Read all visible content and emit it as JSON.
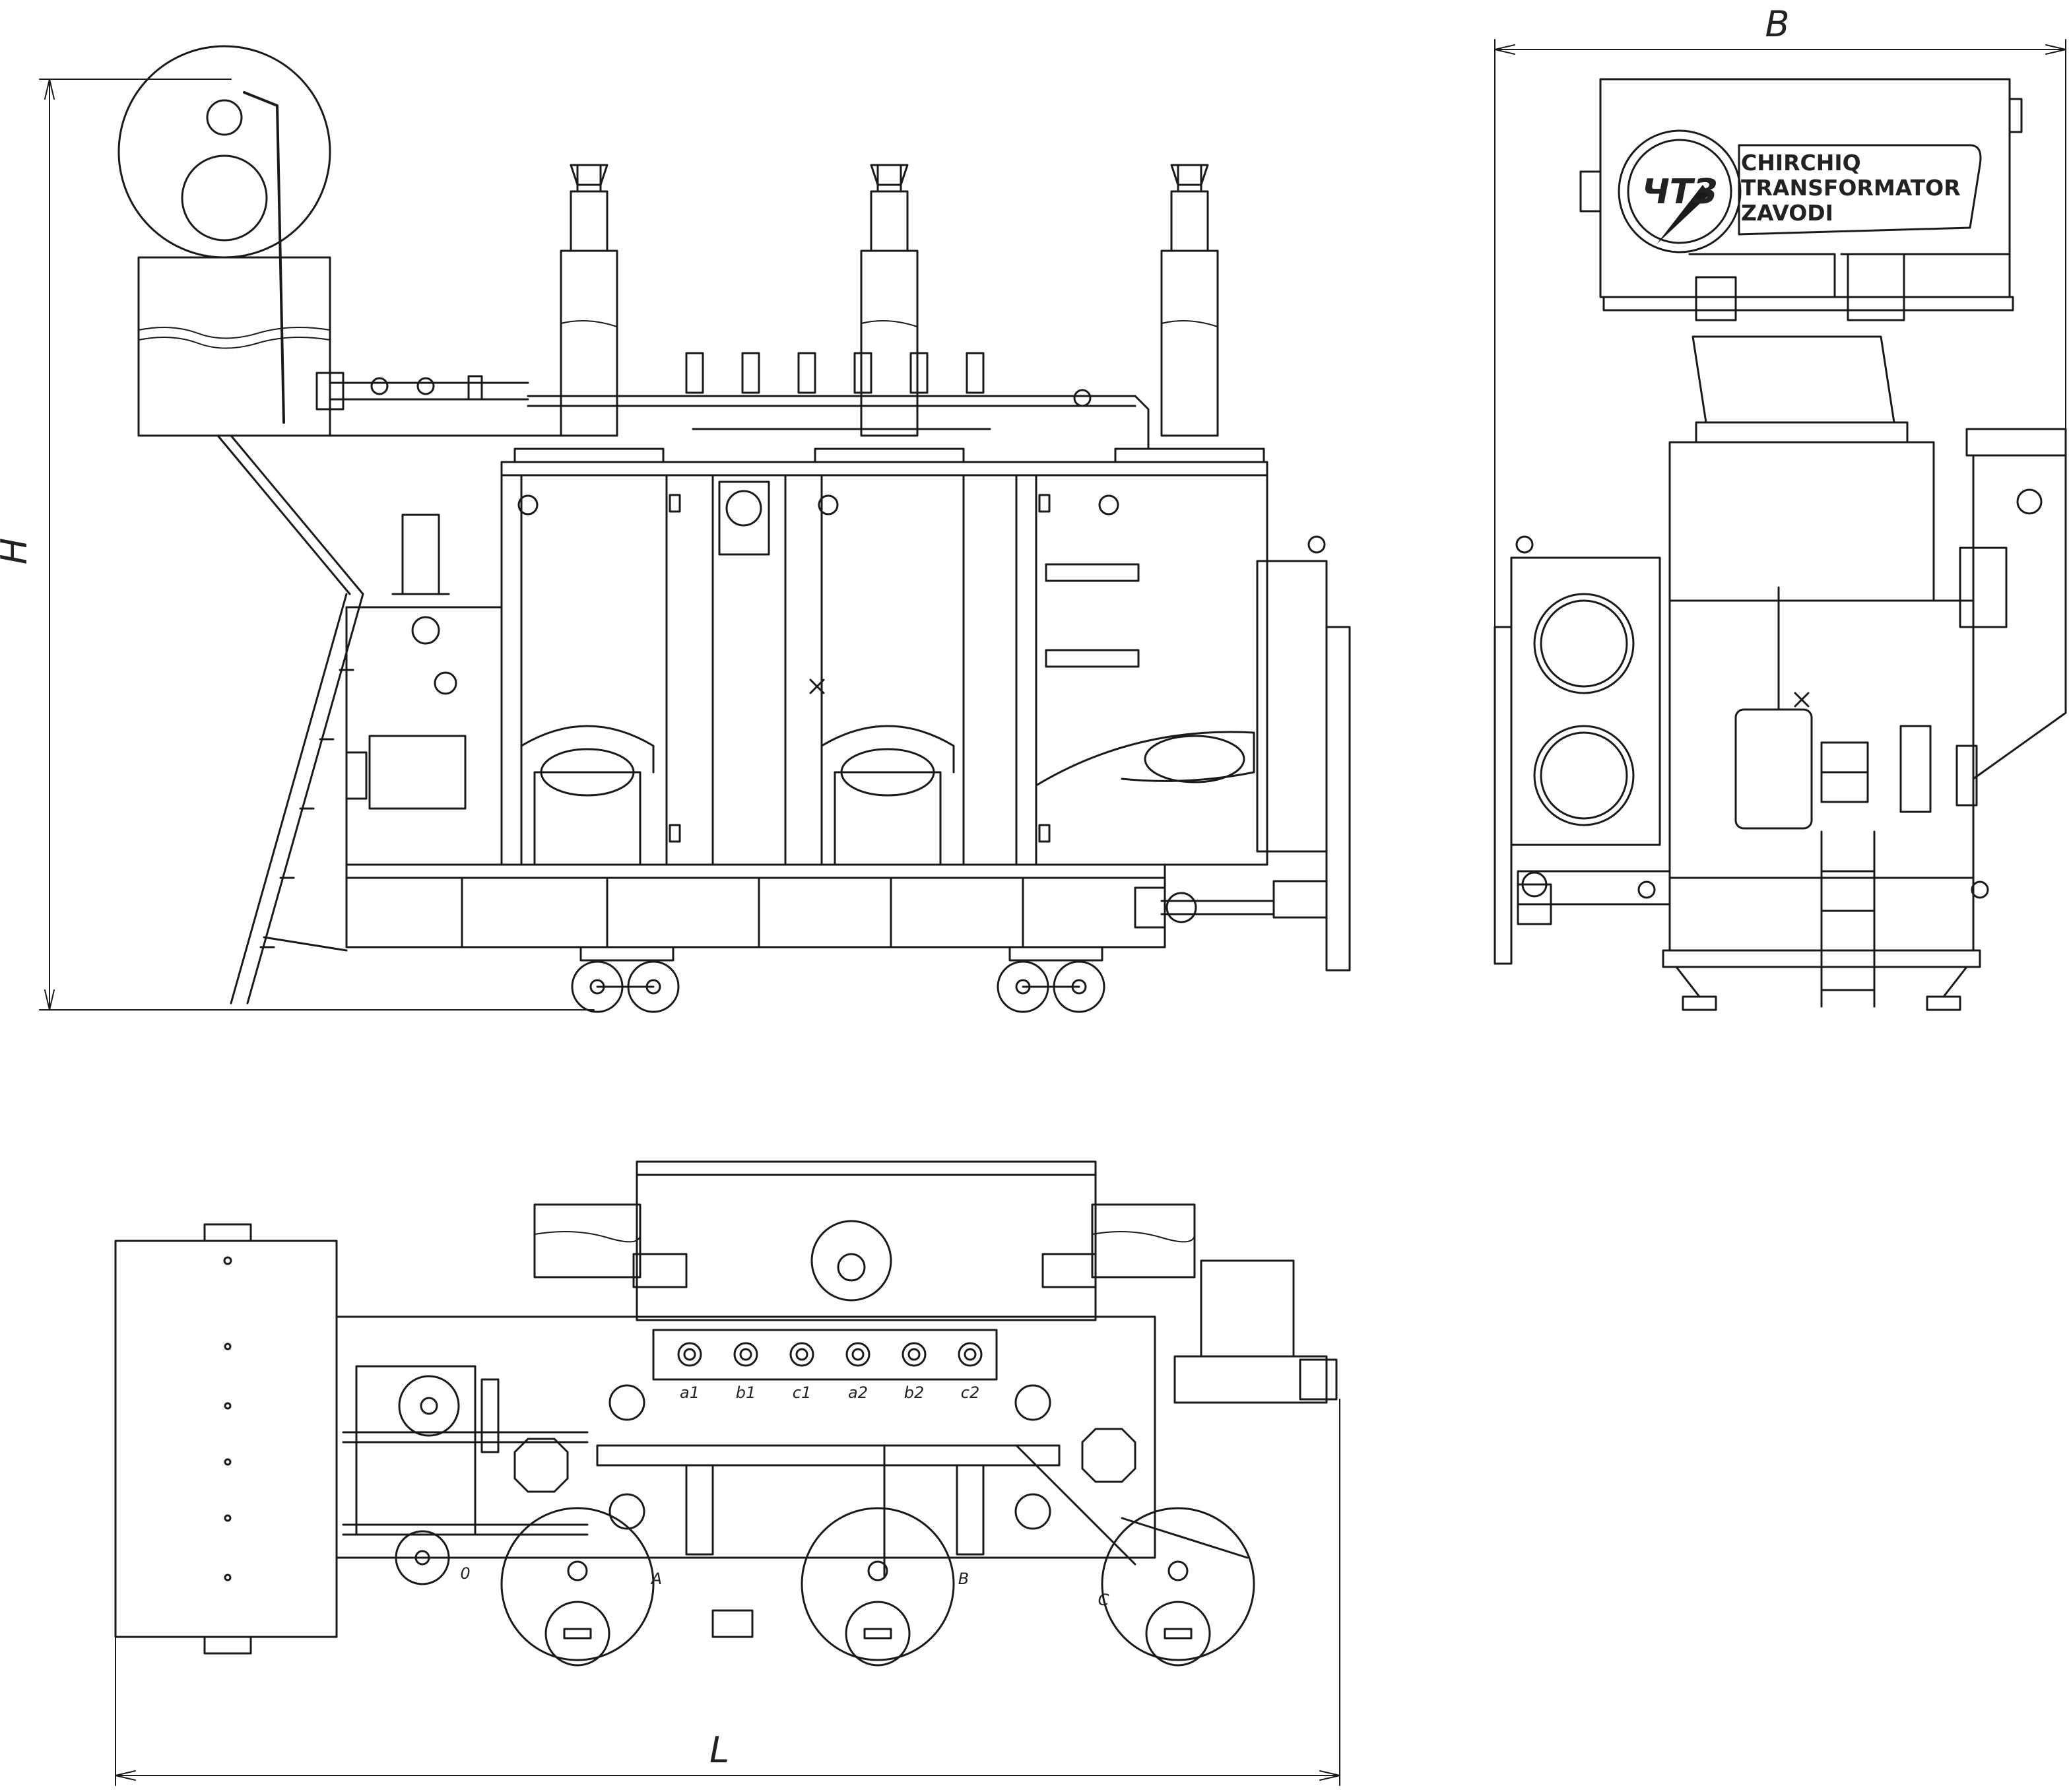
{
  "dimensions": {
    "height_label": "H",
    "width_label": "B",
    "length_label": "L"
  },
  "brand": {
    "logo_letters": "ЧТЗ",
    "lines": [
      "CHIRCHIQ",
      "TRANSFORMATOR",
      "ZAVODI"
    ]
  },
  "terminals": {
    "lv": [
      "a1",
      "b1",
      "c1",
      "a2",
      "b2",
      "c2"
    ],
    "neutral": "0",
    "hv": [
      "A",
      "B",
      "C"
    ]
  },
  "colors": {
    "line": "#1a1a1a",
    "paper": "#ffffff"
  }
}
